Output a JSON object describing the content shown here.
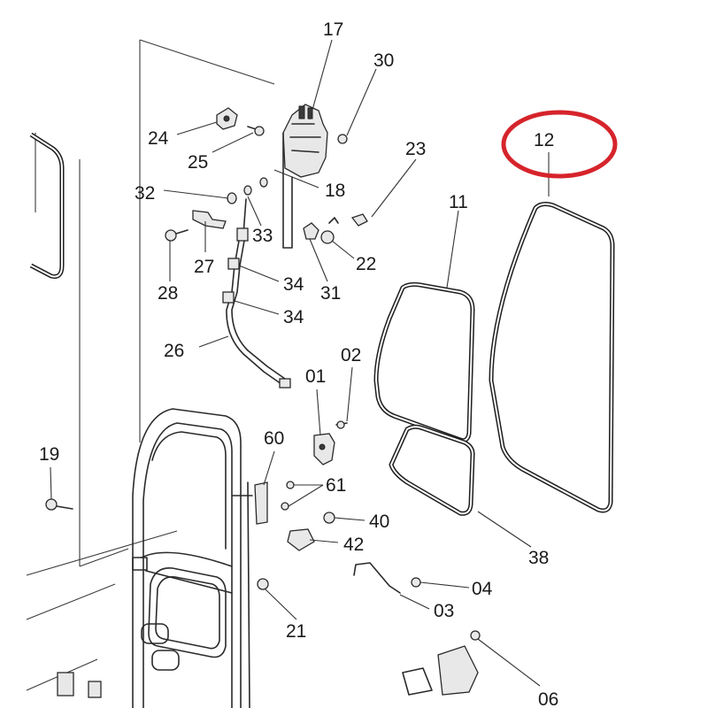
{
  "diagram": {
    "callouts": [
      {
        "id": "17",
        "label": "17"
      },
      {
        "id": "30",
        "label": "30"
      },
      {
        "id": "24",
        "label": "24"
      },
      {
        "id": "25",
        "label": "25"
      },
      {
        "id": "23",
        "label": "23"
      },
      {
        "id": "12",
        "label": "12"
      },
      {
        "id": "32",
        "label": "32"
      },
      {
        "id": "18",
        "label": "18"
      },
      {
        "id": "11",
        "label": "11"
      },
      {
        "id": "33",
        "label": "33"
      },
      {
        "id": "27",
        "label": "27"
      },
      {
        "id": "22",
        "label": "22"
      },
      {
        "id": "28",
        "label": "28"
      },
      {
        "id": "31",
        "label": "31"
      },
      {
        "id": "34a",
        "label": "34"
      },
      {
        "id": "34b",
        "label": "34"
      },
      {
        "id": "26",
        "label": "26"
      },
      {
        "id": "01",
        "label": "01"
      },
      {
        "id": "02",
        "label": "02"
      },
      {
        "id": "19",
        "label": "19"
      },
      {
        "id": "60",
        "label": "60"
      },
      {
        "id": "61",
        "label": "61"
      },
      {
        "id": "40",
        "label": "40"
      },
      {
        "id": "42",
        "label": "42"
      },
      {
        "id": "38",
        "label": "38"
      },
      {
        "id": "04",
        "label": "04"
      },
      {
        "id": "03",
        "label": "03"
      },
      {
        "id": "21",
        "label": "21"
      },
      {
        "id": "06",
        "label": "06"
      }
    ],
    "highlight": {
      "target": "12",
      "color": "#d6242b"
    }
  }
}
